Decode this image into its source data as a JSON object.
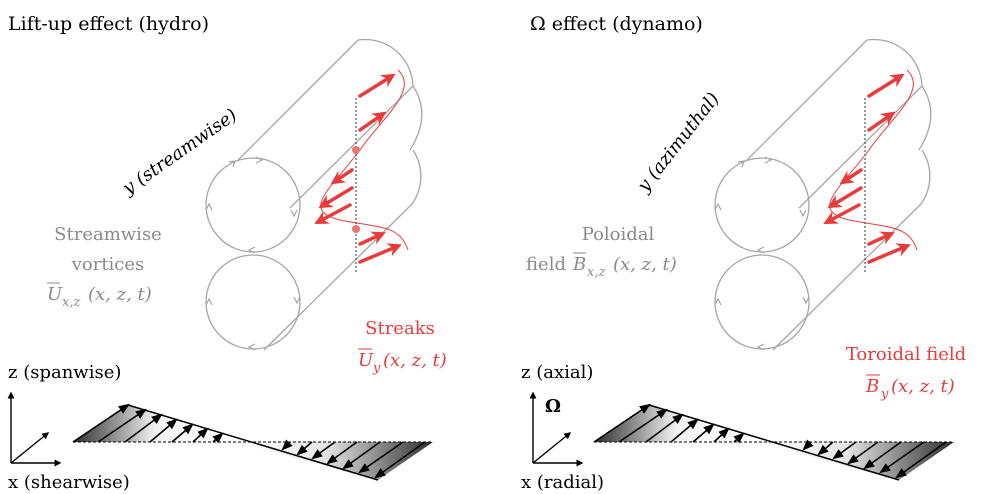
{
  "colors": {
    "red": "#e83c3c",
    "grey": "#a6a6a6",
    "black": "#000000",
    "shade_dark": "#3a3a3a",
    "shade_light": "#eeeeee"
  },
  "panels": [
    {
      "title": "Lift-up effect (hydro)",
      "axis_label": "y (streamwise)",
      "vortex_label": [
        "Streamwise",
        "vortices"
      ],
      "vortex_symbol": "U",
      "vortex_sub": "x,z",
      "vortex_args": "(x, z, t)",
      "streak_title": "Streaks",
      "streak_symbol": "U",
      "streak_sub": "y",
      "streak_args": "(x, z, t)",
      "z_label": "z (spanwise)",
      "x_label": "x (shearwise)",
      "z_extra": ""
    },
    {
      "title": "Ω effect (dynamo)",
      "axis_label": "y (azimuthal)",
      "vortex_label": [
        "Poloidal",
        "field"
      ],
      "vortex_symbol": "B",
      "vortex_sub": "x,z",
      "vortex_args": "(x, z, t)",
      "streak_title": "Toroidal field",
      "streak_symbol": "B",
      "streak_sub": "y",
      "streak_args": "(x, z, t)",
      "z_label": "z (axial)",
      "x_label": "x (radial)",
      "z_extra": "Ω"
    }
  ]
}
